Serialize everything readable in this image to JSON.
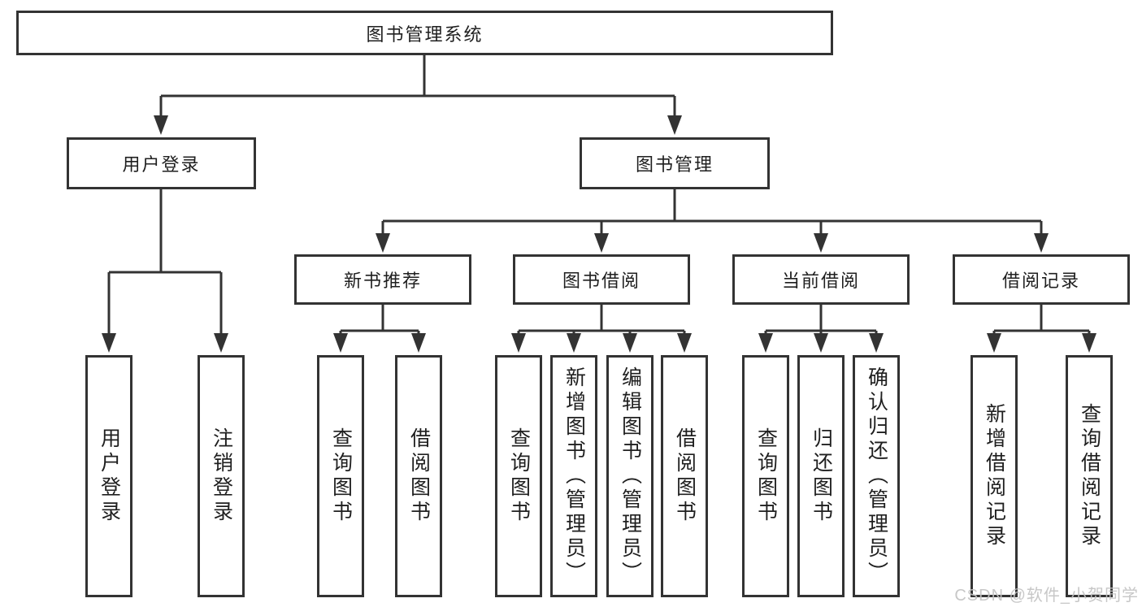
{
  "diagram": {
    "title": "图书管理系统",
    "nodes": {
      "root": "图书管理系统",
      "login": "用户登录",
      "manage": "图书管理",
      "l3": [
        "新书推荐",
        "图书借阅",
        "当前借阅",
        "借阅记录"
      ],
      "g1": [
        "用户登录",
        "注销登录"
      ],
      "g2": [
        "查询图书",
        "借阅图书"
      ],
      "g3": [
        "查询图书",
        "新增图书（管理员）",
        "编辑图书（管理员）",
        "借阅图书"
      ],
      "g4": [
        "查询图书",
        "归还图书",
        "确认归还（管理员）"
      ],
      "g5": [
        "新增借阅记录",
        "查询借阅记录"
      ]
    },
    "colors": {
      "line": "#333333",
      "text": "#1f1f1f",
      "background": "#ffffff",
      "watermark": "#c3c3c3"
    }
  },
  "watermark": {
    "text": "CSDN @软件_小贺同学"
  }
}
